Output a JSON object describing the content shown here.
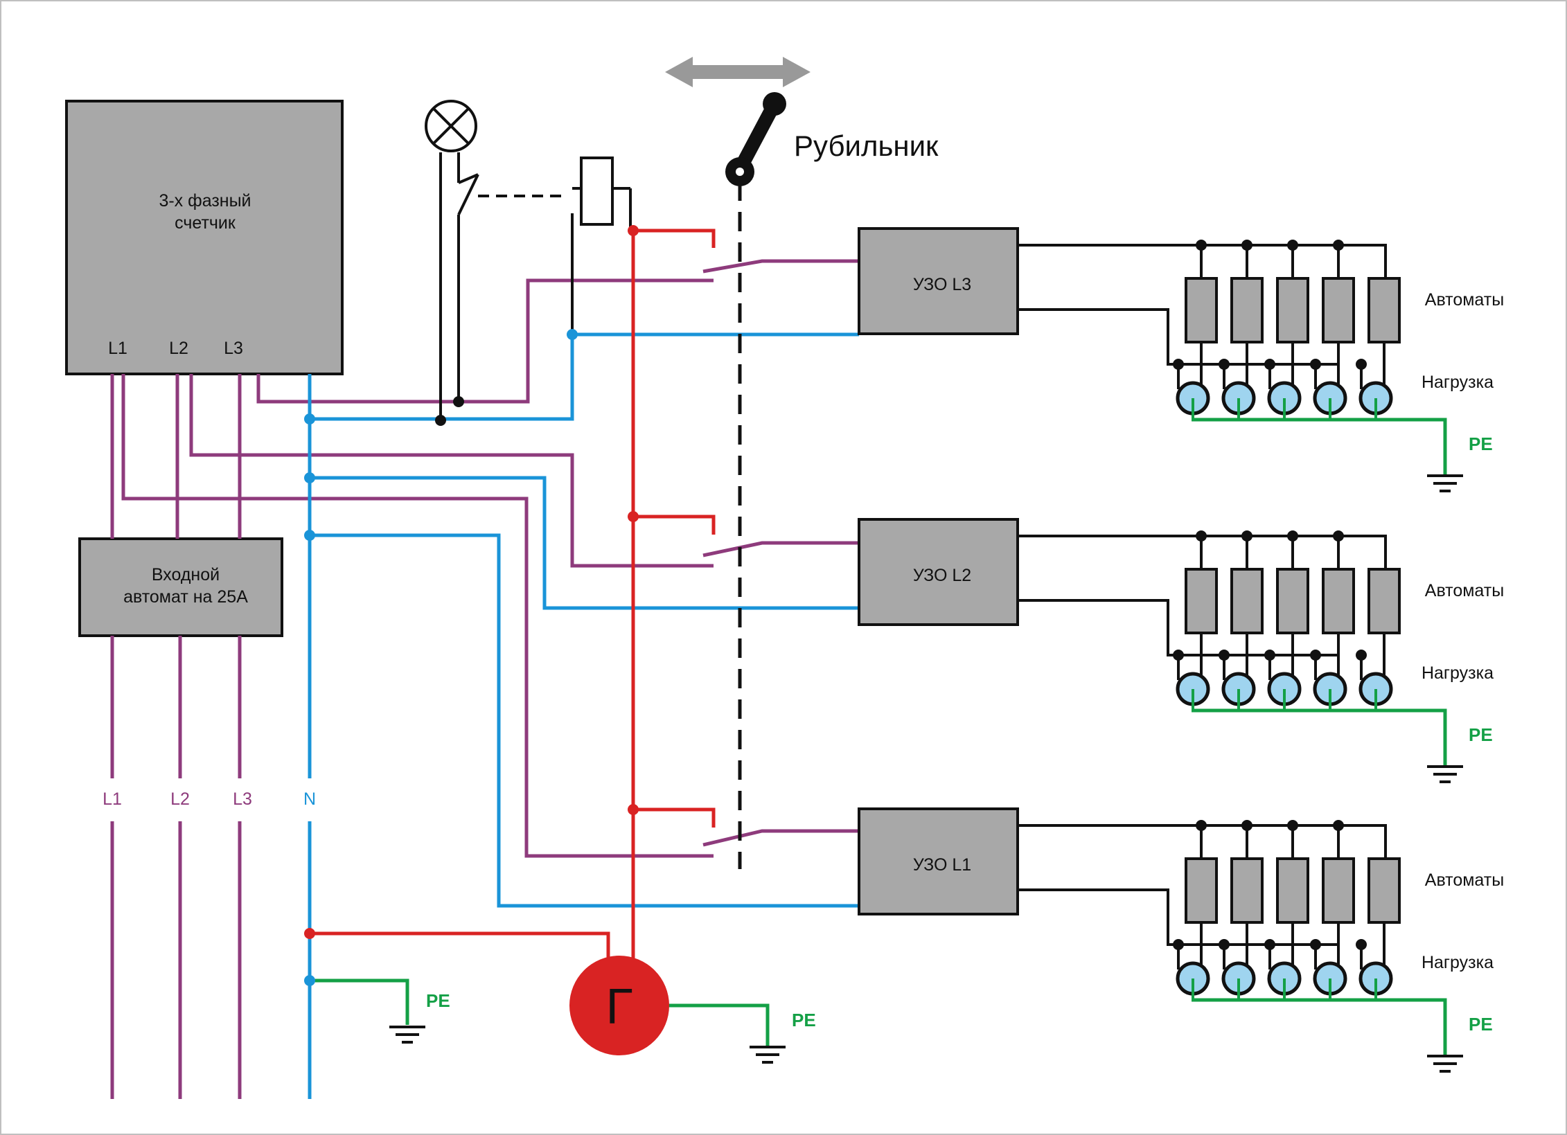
{
  "meter": {
    "title_line1": "3-х фазный",
    "title_line2": "счетчик",
    "l1": "L1",
    "l2": "L2",
    "l3": "L3"
  },
  "main_breaker": {
    "line1": "Входной",
    "line2": "автомат на 25А"
  },
  "bus_labels": {
    "l1": "L1",
    "l2": "L2",
    "l3": "L3",
    "n": "N"
  },
  "switch_label": "Рубильник",
  "generator_label": "Г",
  "pe_label": "PE",
  "rcd": [
    {
      "label": "УЗО L3",
      "breakers_label": "Автоматы",
      "load_label": "Нагрузка"
    },
    {
      "label": "УЗО L2",
      "breakers_label": "Автоматы",
      "load_label": "Нагрузка"
    },
    {
      "label": "УЗО L1",
      "breakers_label": "Автоматы",
      "load_label": "Нагрузка"
    }
  ],
  "colors": {
    "phase": "#8e3b7c",
    "neutral": "#1a94d8",
    "generator": "#d92323",
    "ground": "#14a046",
    "device_fill": "#a8a8a8",
    "wire_black": "#111111",
    "arrow": "#999999"
  }
}
